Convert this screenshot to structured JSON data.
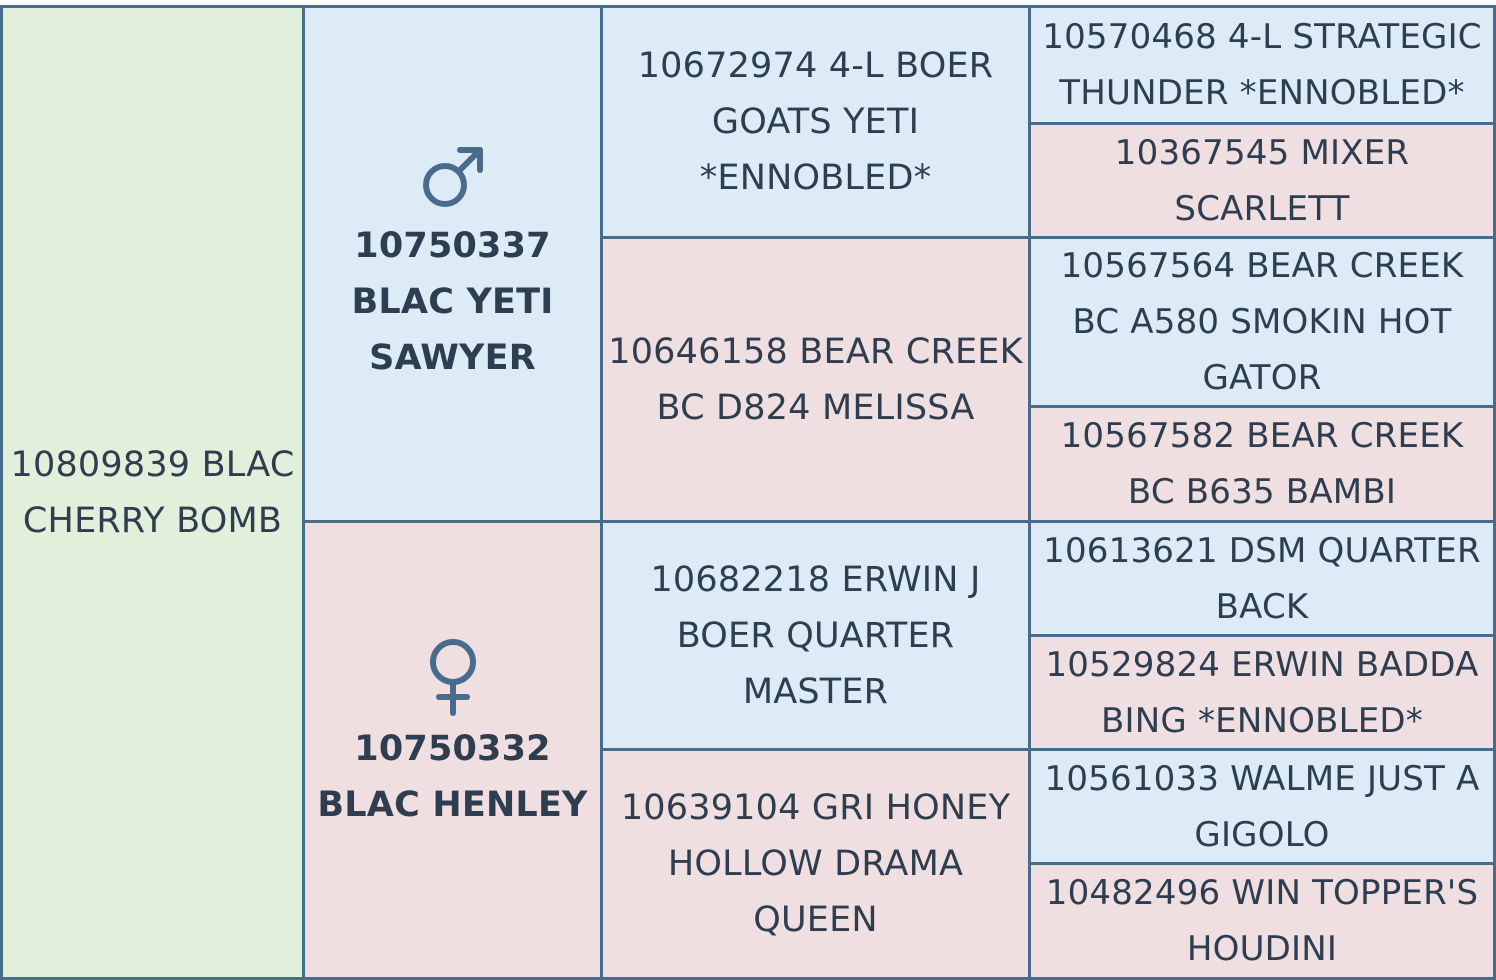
{
  "colors": {
    "border": "#4a6c8c",
    "subject_bg": "#e2efdb",
    "male_bg": "#dcebf6",
    "female_bg": "#f0dfe1",
    "text": "#2e3d4f"
  },
  "subject": {
    "name": "10809839 BLAC CHERRY BOMB"
  },
  "sire": {
    "name": "10750337 BLAC YETI SAWYER",
    "icon": "male-symbol-icon"
  },
  "dam": {
    "name": "10750332 BLAC HENLEY",
    "icon": "female-symbol-icon"
  },
  "grandparents": {
    "sire_sire": "10672974 4-L BOER GOATS YETI *ENNOBLED*",
    "sire_dam": "10646158 BEAR CREEK BC D824 MELISSA",
    "dam_sire": "10682218 ERWIN J BOER QUARTER MASTER",
    "dam_dam": "10639104 GRI HONEY HOLLOW DRAMA QUEEN"
  },
  "great_grandparents": {
    "sss": "10570468 4-L STRATEGIC THUNDER *ENNOBLED*",
    "ssd": "10367545 MIXER SCARLETT",
    "sds": "10567564 BEAR CREEK BC A580 SMOKIN HOT GATOR",
    "sdd": "10567582 BEAR CREEK BC B635 BAMBI",
    "dss": "10613621 DSM QUARTER BACK",
    "dsd": "10529824 ERWIN BADDA BING *ENNOBLED*",
    "dds": "10561033 WALME JUST A GIGOLO",
    "ddd": "10482496 WIN TOPPER'S HOUDINI"
  }
}
